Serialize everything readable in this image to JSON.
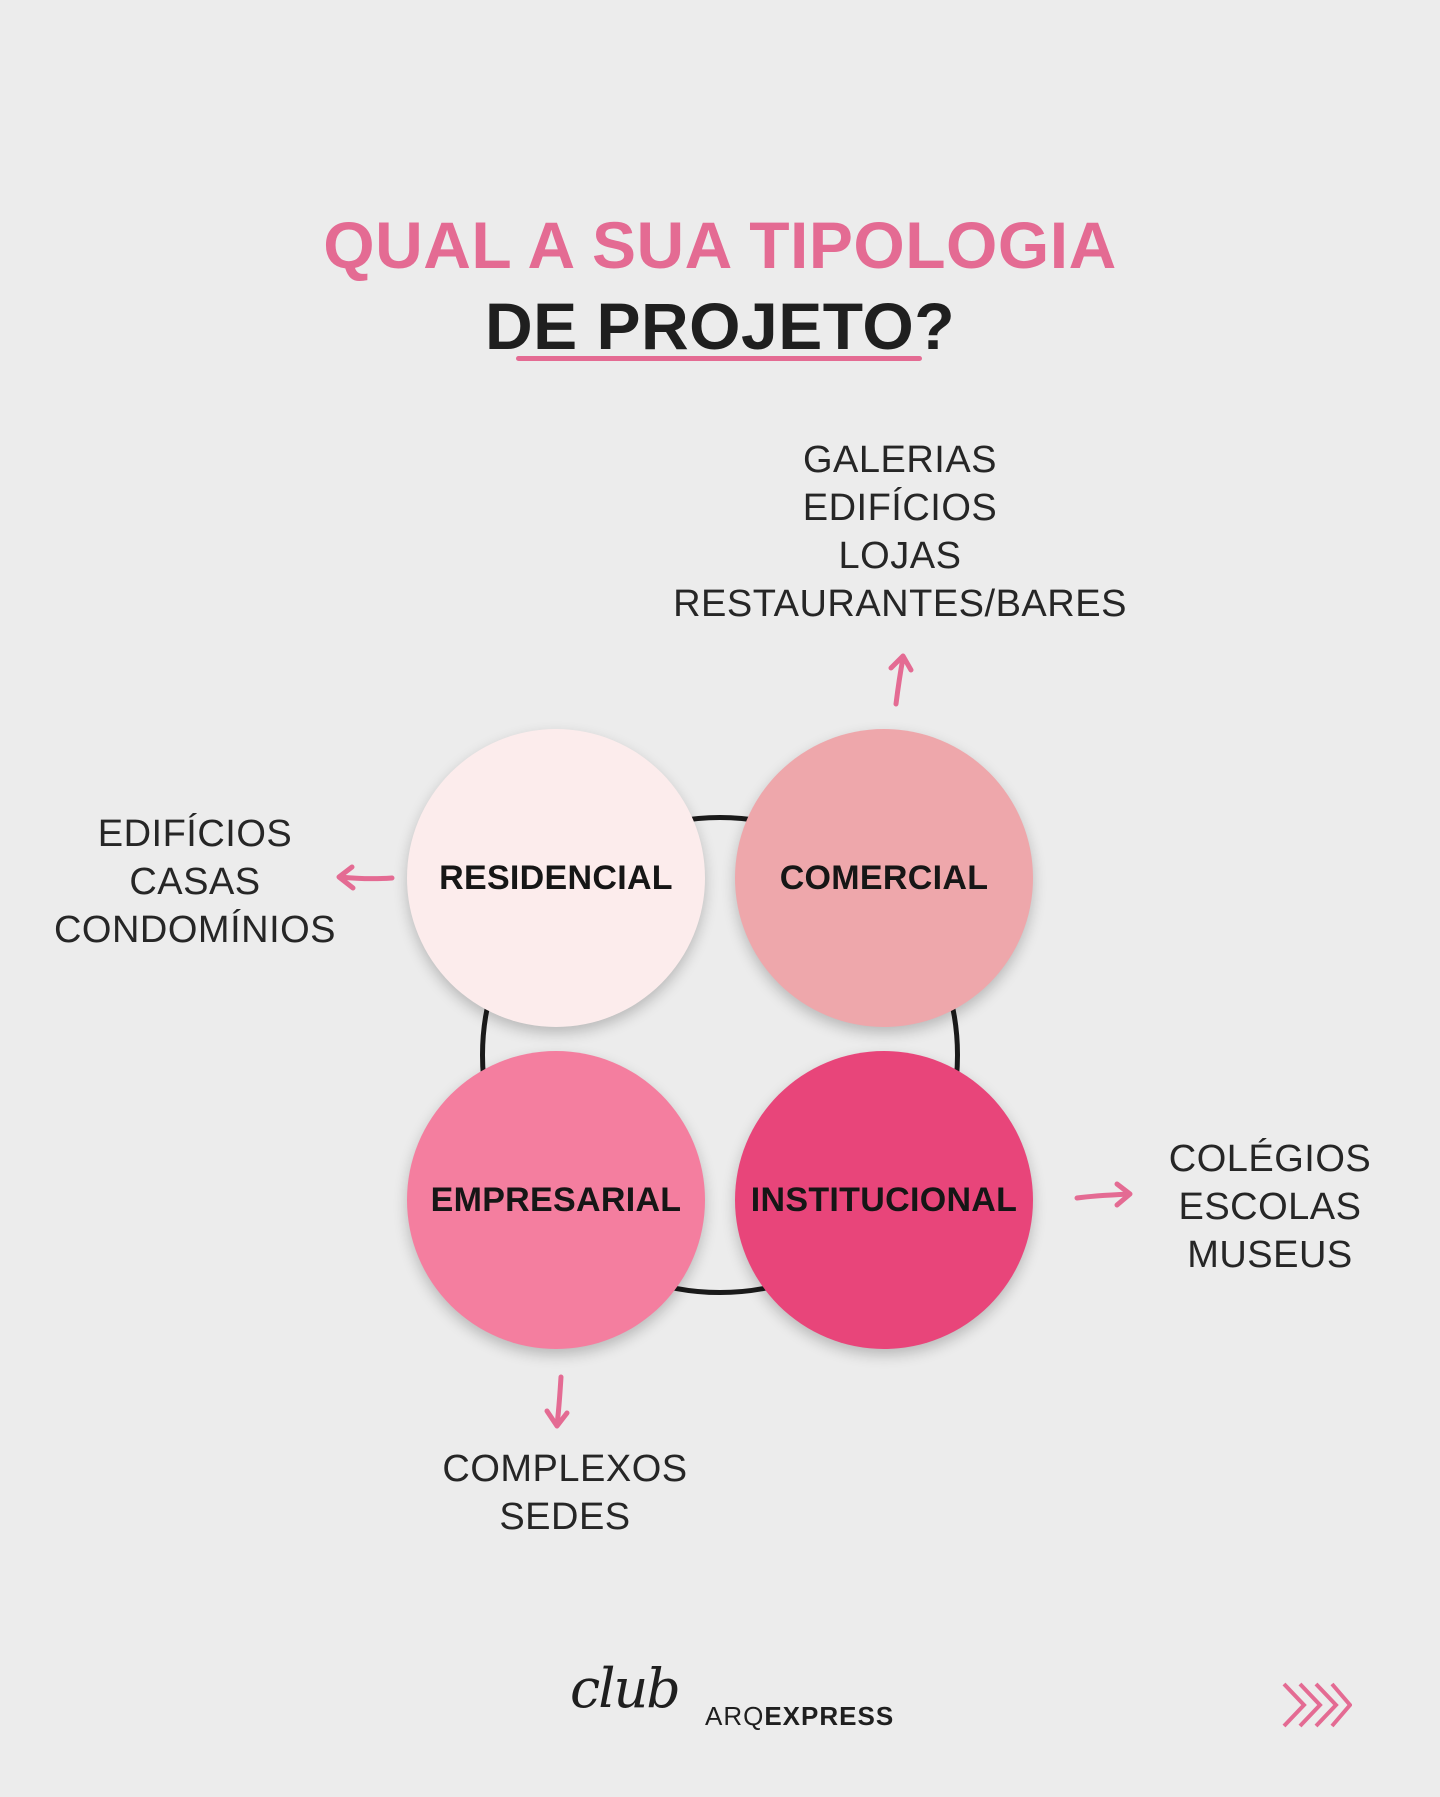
{
  "header": {
    "title_line1": "QUAL A SUA TIPOLOGIA",
    "title_line2": "DE PROJETO?"
  },
  "categories": {
    "residencial": {
      "label": "RESIDENCIAL",
      "color": "#fcecec",
      "items": [
        "EDIFÍCIOS",
        "CASAS",
        "CONDOMÍNIOS"
      ]
    },
    "comercial": {
      "label": "COMERCIAL",
      "color": "#eea7ab",
      "items": [
        "GALERIAS",
        "EDIFÍCIOS",
        "LOJAS",
        "RESTAURANTES/BARES"
      ]
    },
    "empresarial": {
      "label": "EMPRESARIAL",
      "color": "#f47e9f",
      "items": [
        "COMPLEXOS",
        "SEDES"
      ]
    },
    "institucional": {
      "label": "INSTITUCIONAL",
      "color": "#e8457a",
      "items": [
        "COLÉGIOS",
        "ESCOLAS",
        "MUSEUS"
      ]
    }
  },
  "colors": {
    "accent": "#e46b93",
    "background": "#ececec",
    "text": "#1f1f1f"
  },
  "footer": {
    "logo_script": "club",
    "logo_light": "ARQ",
    "logo_bold": "EXPRESS",
    "next_icon": "triple-chevron-right-icon"
  }
}
